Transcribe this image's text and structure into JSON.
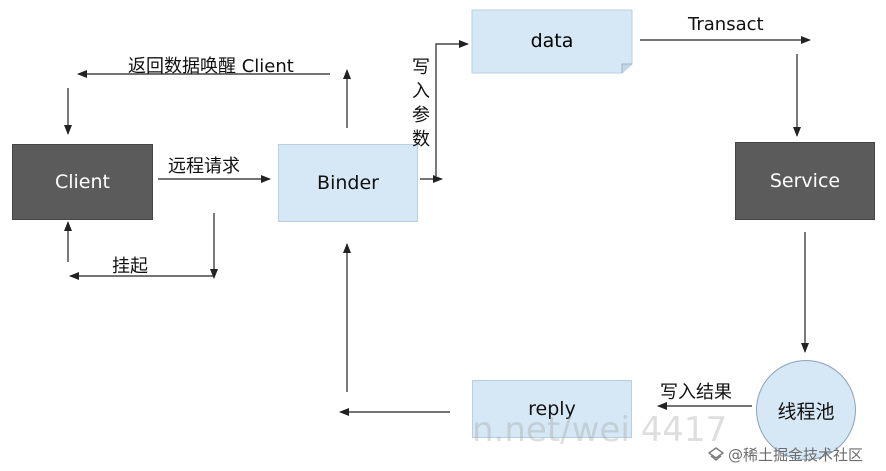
{
  "nodes": {
    "client": "Client",
    "binder": "Binder",
    "data": "data",
    "service": "Service",
    "thread_pool": "线程池",
    "reply": "reply"
  },
  "labels": {
    "return_wake": "返回数据唤醒 Client",
    "remote_request": "远程请求",
    "write_params": "写入参数",
    "suspend": "挂起",
    "transact": "Transact",
    "write_result": "写入结果"
  },
  "watermark": {
    "url_fragment": "n.net/wei  4417",
    "brand": "@稀土掘金技术社区"
  }
}
